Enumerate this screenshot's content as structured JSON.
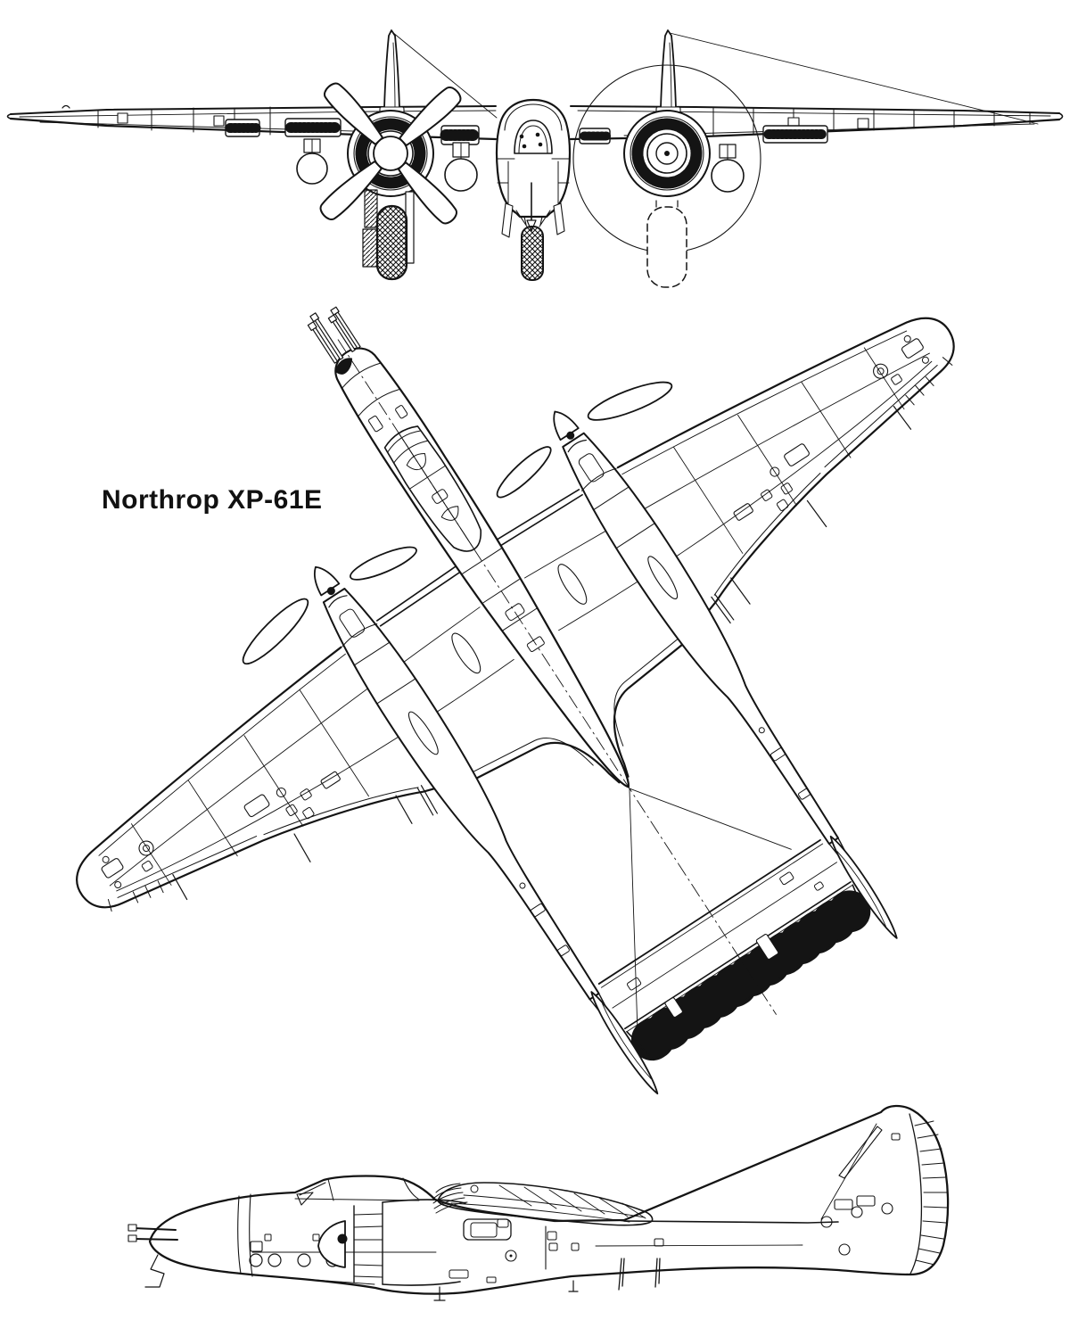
{
  "page": {
    "background_color": "#ffffff",
    "ink_color": "#141414",
    "kind": "three-view aircraft blueprint"
  },
  "drawing": {
    "title_label": "Northrop XP-61E",
    "views": [
      {
        "id": "front-view"
      },
      {
        "id": "plan-view"
      },
      {
        "id": "side-view"
      }
    ]
  }
}
